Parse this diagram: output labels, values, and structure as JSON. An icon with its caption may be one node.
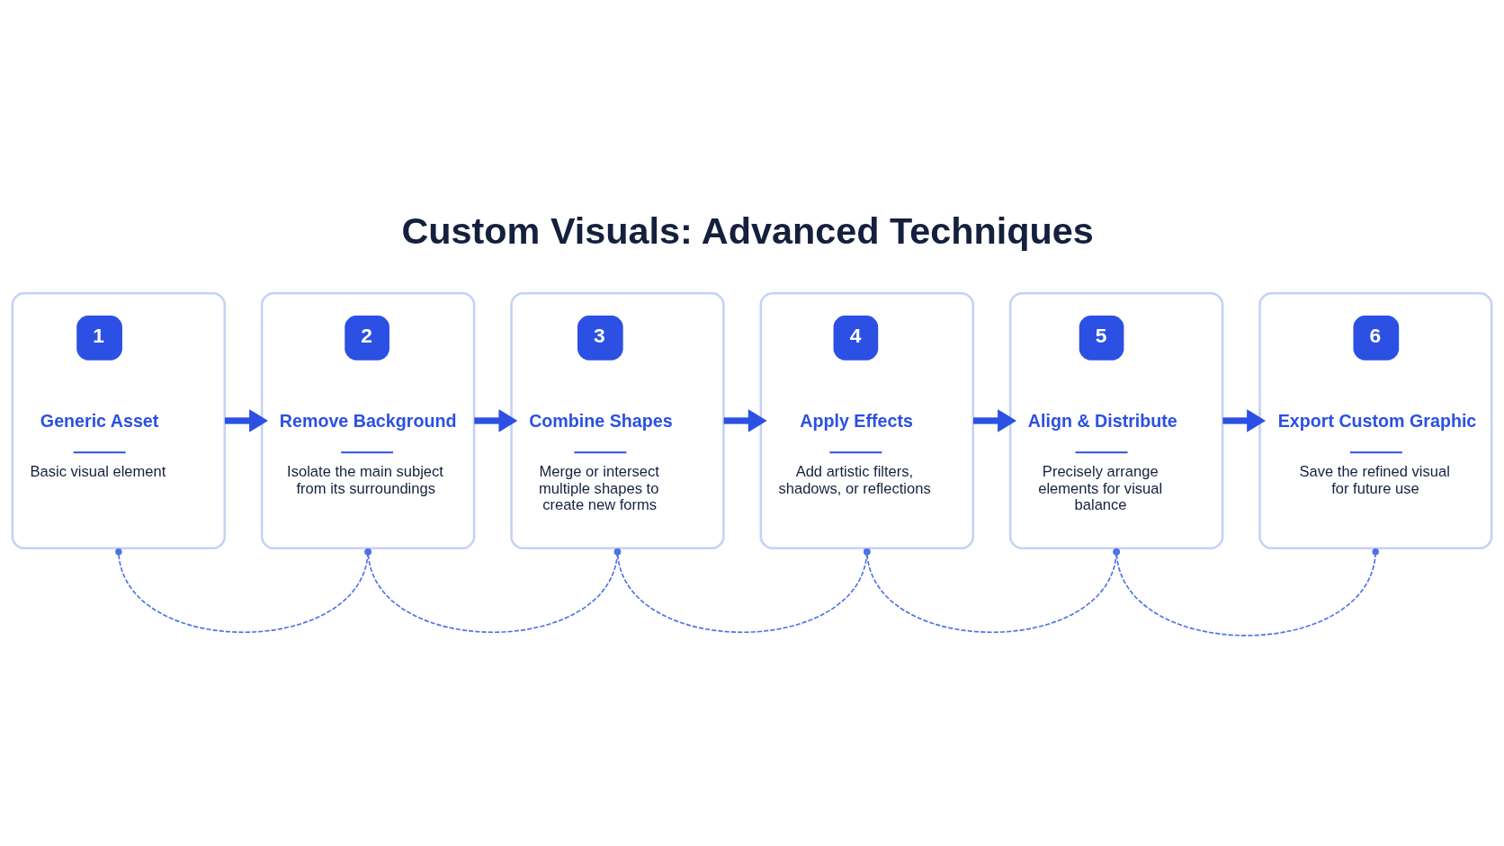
{
  "diagram": {
    "title": "Custom Visuals: Advanced Techniques",
    "nodes": [
      {
        "text": [
          "1",
          "Generic Asset",
          "Basic visual element"
        ]
      },
      {
        "text": [
          "2",
          "Remove Background",
          "Isolate the main subject from its surroundings"
        ]
      },
      {
        "text": [
          "3",
          "Combine Shapes",
          "Merge or intersect multiple shapes to create new forms"
        ]
      },
      {
        "text": [
          "4",
          "Apply Effects",
          "Add artistic filters, shadows, or reflections"
        ]
      },
      {
        "text": [
          "5",
          "Align & Distribute",
          "Precisely arrange elements for visual balance"
        ]
      },
      {
        "text": [
          "6",
          "Export Custom Graphic",
          "Save the refined visual for future use"
        ]
      }
    ],
    "edges": [
      {
        "from": 0,
        "to": 1,
        "arrow": "to",
        "style": "thick"
      },
      {
        "from": 1,
        "to": 2,
        "arrow": "to",
        "style": "thick"
      },
      {
        "from": 2,
        "to": 3,
        "arrow": "to",
        "style": "thick"
      },
      {
        "from": 3,
        "to": 4,
        "arrow": "to",
        "style": "thick"
      },
      {
        "from": 4,
        "to": 5,
        "arrow": "to",
        "style": "thick"
      },
      {
        "from": 0,
        "to": 1,
        "arrow": "other",
        "style": "dashed"
      },
      {
        "from": 1,
        "to": 2,
        "arrow": "other",
        "style": "dashed"
      },
      {
        "from": 2,
        "to": 3,
        "arrow": "other",
        "style": "dashed"
      },
      {
        "from": 3,
        "to": 4,
        "arrow": "other",
        "style": "dashed"
      },
      {
        "from": 4,
        "to": 5,
        "arrow": "other",
        "style": "dashed"
      }
    ]
  }
}
